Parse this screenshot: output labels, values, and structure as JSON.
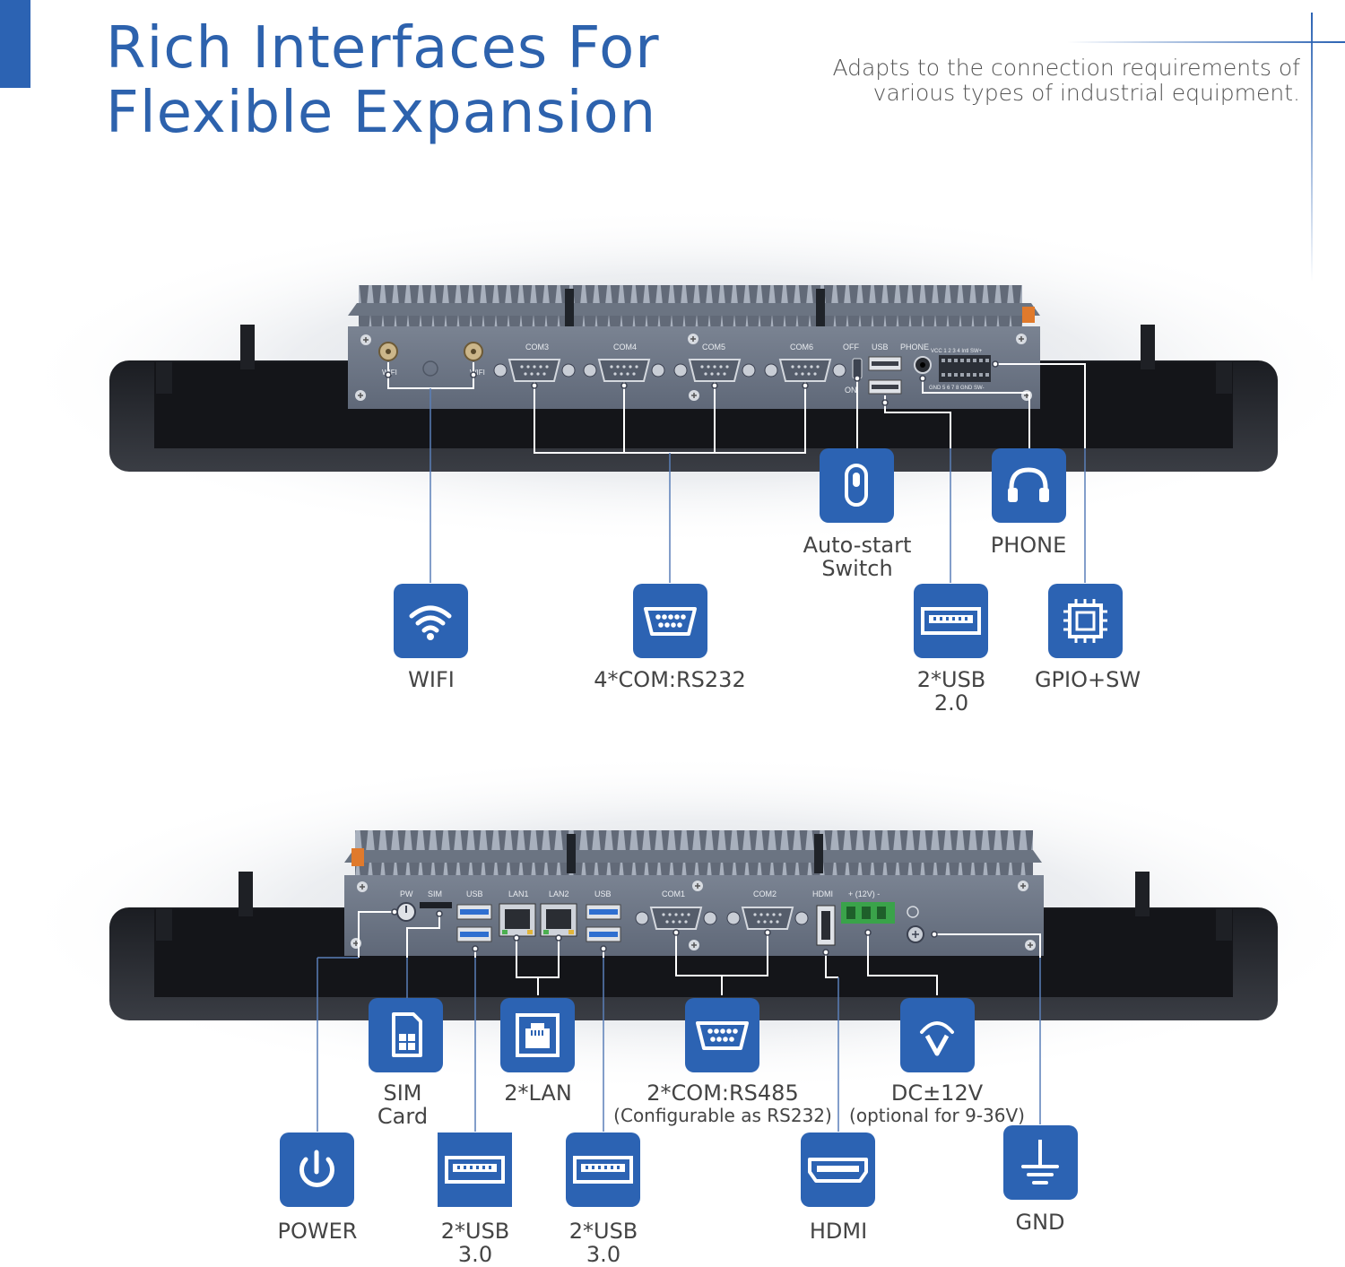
{
  "header": {
    "title_line1": "Rich Interfaces For",
    "title_line2": "Flexible Expansion",
    "subtitle_line1": "Adapts to the connection requirements of",
    "subtitle_line2": "various types of industrial equipment."
  },
  "colors": {
    "accent": "#2c63b3",
    "device": "#6c7584",
    "text": "#444444"
  },
  "top_panel": {
    "ports": [
      "COM3",
      "COM4",
      "COM5",
      "COM6",
      "OFF",
      "ON",
      "USB",
      "PHONE",
      "WIFI",
      "WIFI",
      "VCC 1 2 3 4 Intl SW+",
      "GND 5 6 7 8 GND SW-"
    ],
    "labels": {
      "wifi": "WIFI",
      "com": "4*COM:RS232",
      "autostart_l1": "Auto-start",
      "autostart_l2": "Switch",
      "phone": "PHONE",
      "usb_l1": "2*USB",
      "usb_l2": "2.0",
      "gpio": "GPIO+SW"
    }
  },
  "bottom_panel": {
    "ports": [
      "PW",
      "SIM",
      "USB",
      "LAN1",
      "LAN2",
      "USB",
      "COM1",
      "COM2",
      "HDMI",
      "+ (12V) -"
    ],
    "labels": {
      "sim_l1": "SIM",
      "sim_l2": "Card",
      "lan": "2*LAN",
      "com_l1": "2*COM:RS485",
      "com_l2": "(Configurable as RS232)",
      "dc_l1": "DC±12V",
      "dc_l2": "(optional for 9-36V)",
      "power": "POWER",
      "usb_a_l1": "2*USB",
      "usb_a_l2": "3.0",
      "usb_b_l1": "2*USB",
      "usb_b_l2": "3.0",
      "hdmi": "HDMI",
      "gnd": "GND"
    }
  },
  "icons": [
    "wifi-icon",
    "serial-port-icon",
    "toggle-switch-icon",
    "headphones-icon",
    "usb-port-icon",
    "chip-icon",
    "sim-card-icon",
    "ethernet-icon",
    "dc-power-icon",
    "power-icon",
    "hdmi-icon",
    "ground-icon"
  ]
}
